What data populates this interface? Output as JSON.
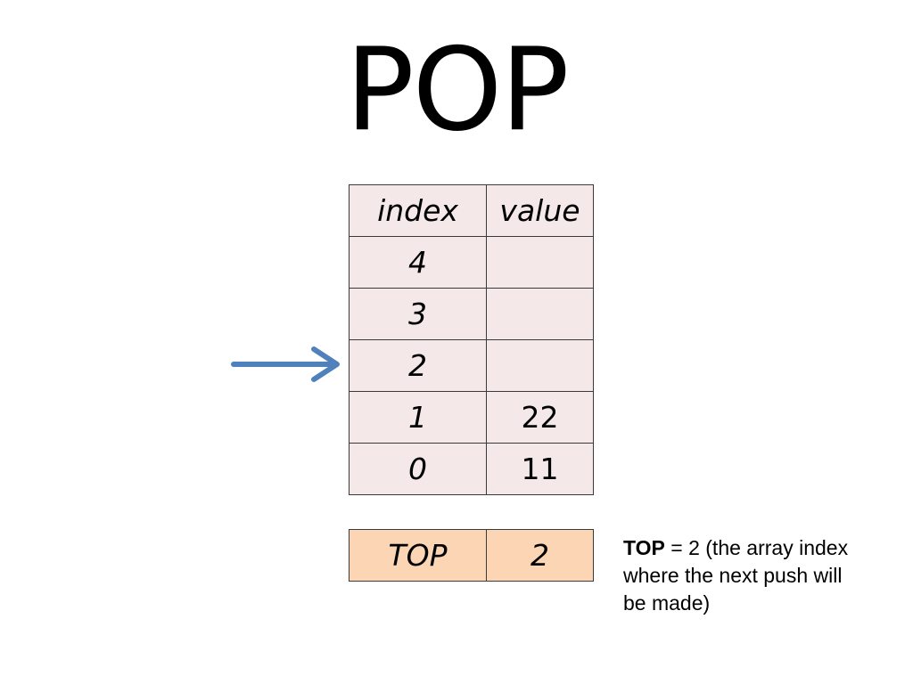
{
  "title": "POP",
  "stack_table": {
    "header": {
      "index": "index",
      "value": "value"
    },
    "rows": [
      {
        "index": "4",
        "value": ""
      },
      {
        "index": "3",
        "value": ""
      },
      {
        "index": "2",
        "value": ""
      },
      {
        "index": "1",
        "value": "22"
      },
      {
        "index": "0",
        "value": "11"
      }
    ]
  },
  "pointer": {
    "target_index": "2",
    "color": "#4f81bd",
    "icon": "right-arrow-icon"
  },
  "top_table": {
    "label": "TOP",
    "value": "2"
  },
  "note": {
    "bold": "TOP",
    "text": " = 2 (the array index where the next push will be made)"
  }
}
